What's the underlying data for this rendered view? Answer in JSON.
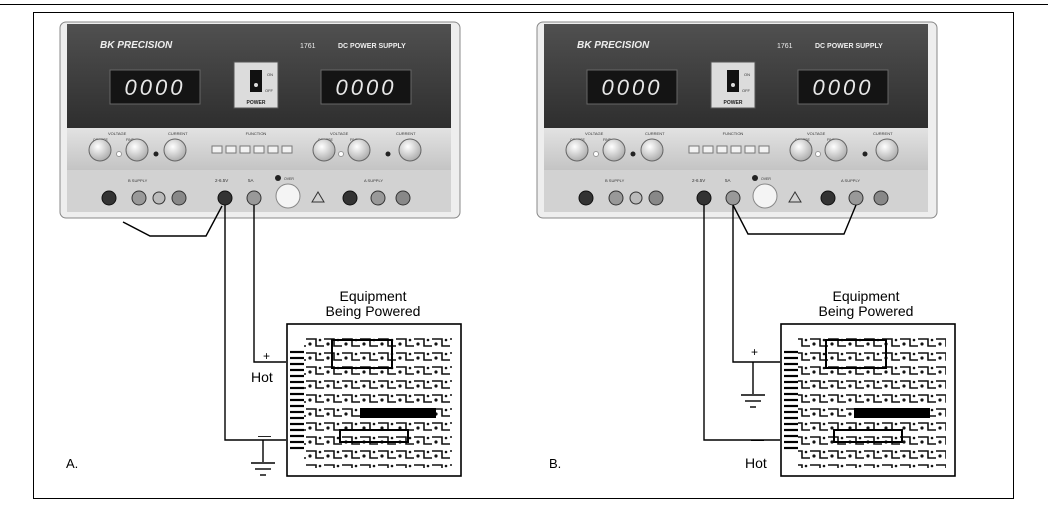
{
  "panels": [
    {
      "id": "a",
      "letter": "A.",
      "brand": "BK PRECISION",
      "model": "1761",
      "model_title": "DC POWER SUPPLY",
      "display_left": "0000",
      "display_right": "0000",
      "power_label": "POWER",
      "switch_on": "ON",
      "switch_off": "OFF",
      "voltage_label": "VOLTAGE",
      "current_label": "CURRENT",
      "function_label": "FUNCTION",
      "coarse_label": "COARSE",
      "fine_label": "FINE",
      "b_supply_label": "B SUPPLY",
      "a_supply_label": "A SUPPLY",
      "fixed_range_label": "2-6.5V",
      "fixed_amp_label": "5A",
      "over_label": "OVER",
      "equipment_line1": "Equipment",
      "equipment_line2": "Being Powered",
      "top_terminal_sign": "+",
      "top_terminal_label": "Hot",
      "bottom_terminal_sign": "—",
      "bottom_terminal_label": ""
    },
    {
      "id": "b",
      "letter": "B.",
      "brand": "BK PRECISION",
      "model": "1761",
      "model_title": "DC POWER SUPPLY",
      "display_left": "0000",
      "display_right": "0000",
      "power_label": "POWER",
      "switch_on": "ON",
      "switch_off": "OFF",
      "voltage_label": "VOLTAGE",
      "current_label": "CURRENT",
      "function_label": "FUNCTION",
      "coarse_label": "COARSE",
      "fine_label": "FINE",
      "b_supply_label": "B SUPPLY",
      "a_supply_label": "A SUPPLY",
      "fixed_range_label": "2-6.5V",
      "fixed_amp_label": "5A",
      "over_label": "OVER",
      "equipment_line1": "Equipment",
      "equipment_line2": "Being Powered",
      "top_terminal_sign": "+",
      "top_terminal_label": "",
      "bottom_terminal_sign": "—",
      "bottom_terminal_label": "Hot"
    }
  ],
  "icons": {
    "ground": "ground-icon",
    "warning": "warning-triangle-icon"
  },
  "colors": {
    "panel_dark": "#3a3a3a",
    "panel_light": "#d8d8d8",
    "display_red": "#d92020",
    "wire": "#000000"
  }
}
